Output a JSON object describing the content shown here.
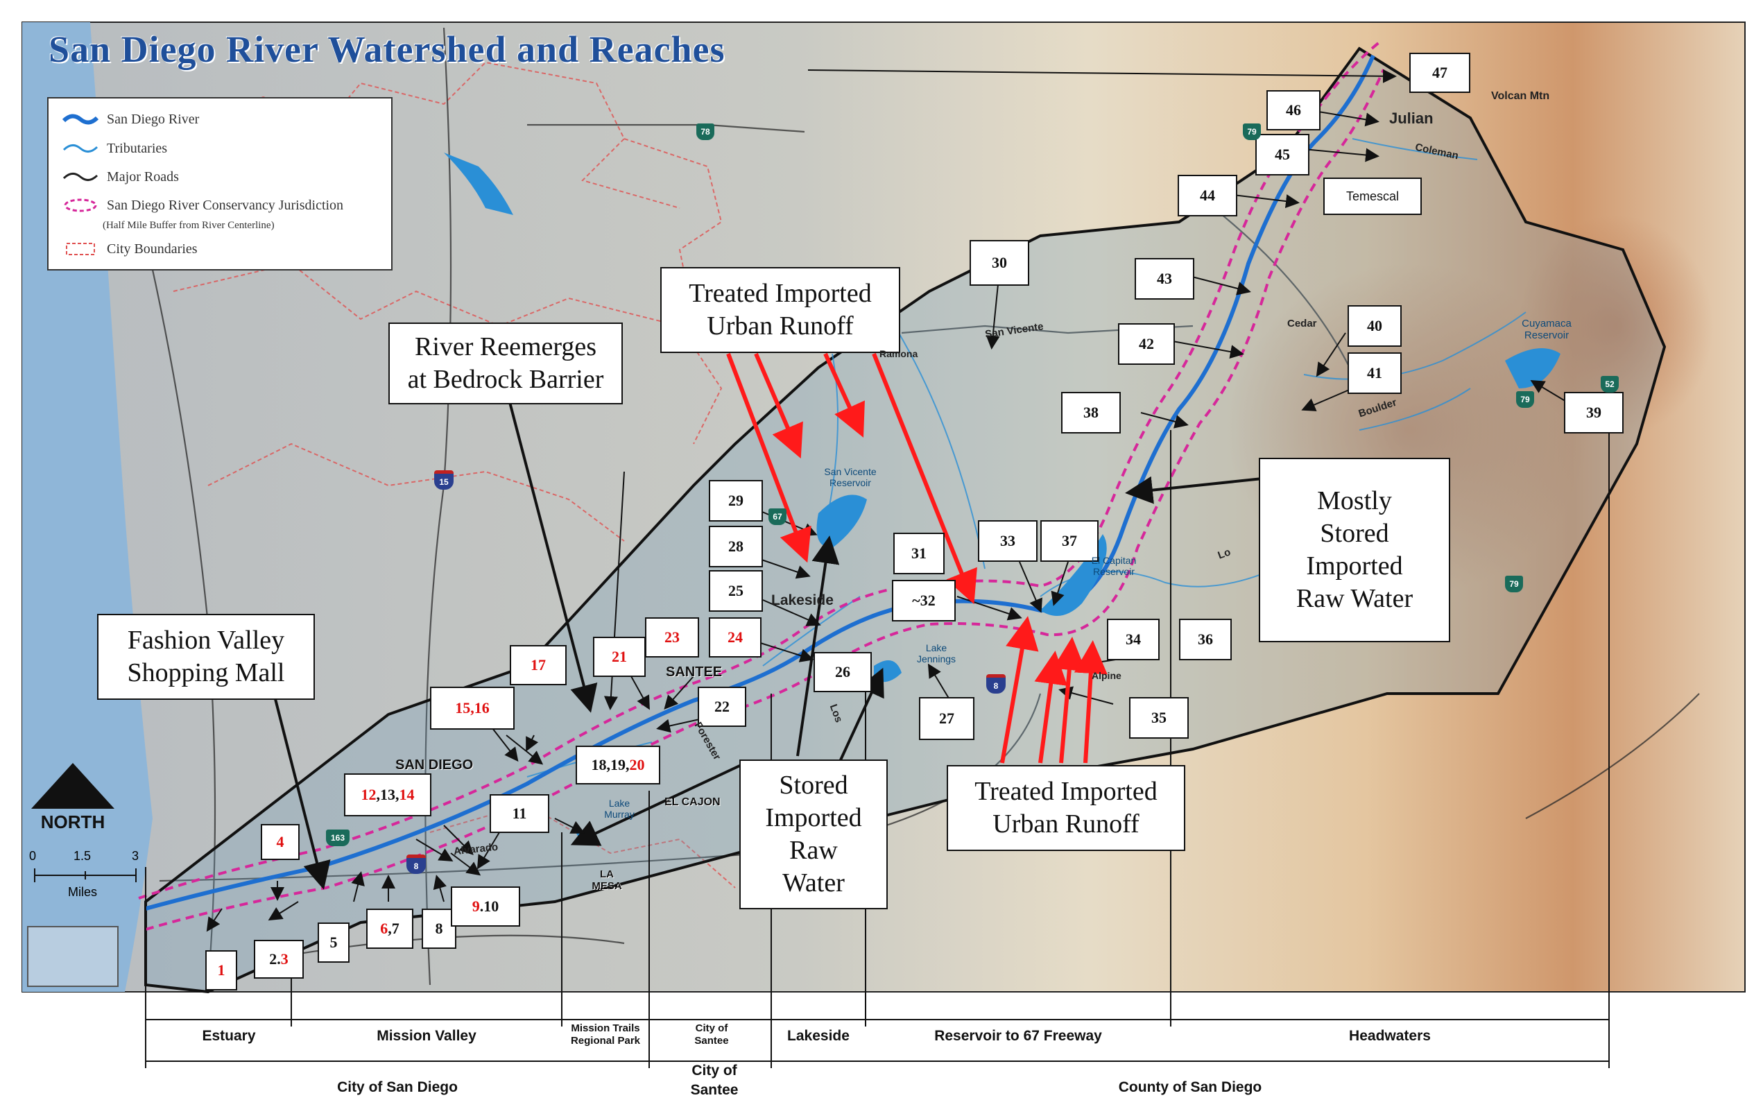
{
  "title": "San Diego River Watershed and Reaches",
  "legend": {
    "river": "San Diego River",
    "tributaries": "Tributaries",
    "roads": "Major Roads",
    "conservancy": "San Diego River Conservancy Jurisdiction",
    "conservancy_note": "(Half Mile Buffer from River Centerline)",
    "city": "City Boundaries"
  },
  "callouts": {
    "treated_top": "Treated Imported Urban Runoff",
    "bedrock": "River Reemerges at Bedrock Barrier",
    "fashion": "Fashion Valley Shopping Mall",
    "stored_mid": "Stored Imported Raw Water",
    "mostly": "Mostly Stored Imported Raw Water",
    "treated_bottom": "Treated Imported Urban Runoff"
  },
  "reaches": {
    "r1": "1",
    "r2a": "2.",
    "r2b": "3",
    "r4": "4",
    "r5": "5",
    "r6a": "6",
    "r6b": ",7",
    "r8": "8",
    "r9a": "9",
    "r9b": ".10",
    "r11": "11",
    "r12a": "12",
    "r12b": ",13,",
    "r12c": "14",
    "r15": "15,16",
    "r17": "17",
    "r18a": "18,19,",
    "r18b": "20",
    "r21": "21",
    "r22": "22",
    "r23": "23",
    "r24": "24",
    "r25": "25",
    "r26": "26",
    "r27": "27",
    "r28": "28",
    "r29": "29",
    "r30": "30",
    "r31": "31",
    "r32": "~32",
    "r33": "33",
    "r34": "34",
    "r35": "35",
    "r36": "36",
    "r37": "37",
    "r38": "38",
    "r39": "39",
    "r40": "40",
    "r41": "41",
    "r42": "42",
    "r43": "43",
    "r44": "44",
    "r45": "45",
    "r46": "46",
    "r47": "47",
    "temescal": "Temescal"
  },
  "places": {
    "julian": "Julian",
    "volcan": "Volcan Mtn",
    "coleman": "Coleman",
    "cedar": "Cedar",
    "boulder": "Boulder",
    "cuyamaca": "Cuyamaca Reservoir",
    "san_vicente_road": "San Vicente",
    "ramona": "Ramona",
    "sv_reservoir": "San Vicente Reservoir",
    "lakeside": "Lakeside",
    "elcap": "El Capitan Reservoir",
    "santee": "SANTEE",
    "san_diego": "SAN DIEGO",
    "jennings": "Lake Jennings",
    "alpine": "Alpine",
    "lake_murray": "Lake Murray",
    "el_cajon": "EL CAJON",
    "la_mesa": "LA MESA",
    "alvarado": "Alvarado",
    "forester": "Forester",
    "los": "Los",
    "lo": "Lo"
  },
  "shields": {
    "s78": "78",
    "s79a": "79",
    "s79b": "79",
    "s79c": "79",
    "s67": "67",
    "s163": "163",
    "s15": "15",
    "s8a": "8",
    "s8b": "8",
    "s52": "52"
  },
  "scale": {
    "north": "NORTH",
    "t0": "0",
    "t1": "1.5",
    "t2": "3",
    "unit": "Miles"
  },
  "segments": {
    "estuary": "Estuary",
    "mission_valley": "Mission Valley",
    "mission_trails": "Mission Trails Regional Park",
    "city_santee_small": "City of Santee",
    "lakeside": "Lakeside",
    "reservoir": "Reservoir to 67 Freeway",
    "headwaters": "Headwaters",
    "city_sd": "City of San Diego",
    "city_santee": "City of Santee",
    "county_sd": "County of San Diego"
  },
  "colors": {
    "river": "#1e6fd0",
    "buffer": "#d6279a",
    "city": "#e05050",
    "arrow_red": "#ff1a1a"
  }
}
